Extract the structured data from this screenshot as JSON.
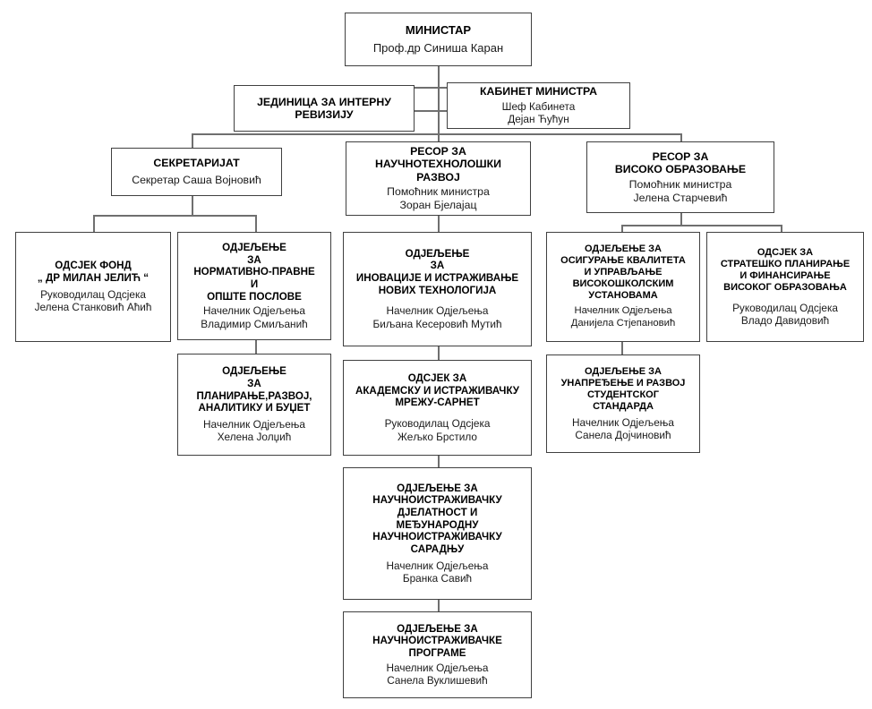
{
  "chart": {
    "kind": "organizational-chart",
    "language": "sr-Cyrl",
    "line_color": "#6f6f6f",
    "border_color": "#404040",
    "background": "#ffffff",
    "nodes": {
      "minister": {
        "title": "МИНИСТАР",
        "sub": "Проф.др Синиша Каран"
      },
      "internal_audit": {
        "title": "ЈЕДИНИЦА ЗА ИНТЕРНУ\nРЕВИЗИЈУ",
        "sub": ""
      },
      "minister_cabinet": {
        "title": "КАБИНЕТ МИНИСТРА",
        "sub": "Шеф Кабинета\nДејан Ћућун"
      },
      "secretariat": {
        "title": "СЕКРЕТАРИЈАТ",
        "sub": "Секретар Саша Војновић"
      },
      "sector_scitech": {
        "title": "РЕСОР ЗА\nНАУЧНОТЕХНОЛОШКИ\nРАЗВОЈ",
        "sub": "Помоћник министра\nЗоран Бјелајац"
      },
      "sector_highered": {
        "title": "РЕСОР ЗА\nВИСОКО ОБРАЗОВАЊЕ",
        "sub": "Помоћник министра\nЈелена Старчевић"
      },
      "fund_milan_jelic": {
        "title": "ОДСЈЕК ФОНД\n„ ДР МИЛАН ЈЕЛИЋ “",
        "sub": "Руководилац Одсјека\nЈелена Станковић Аћић"
      },
      "dept_normative_legal": {
        "title": "ОДЈЕЉЕЊЕ\nЗА\nНОРМАТИВНО-ПРАВНЕ\nИ\nОПШТЕ ПОСЛОВЕ",
        "sub": "Начелник Одјељења\nВладимир Смиљанић"
      },
      "dept_innovation": {
        "title": "ОДЈЕЉЕЊЕ\nЗА\nИНОВАЦИЈЕ И ИСТРАЖИВАЊЕ\nНОВИХ ТЕХНОЛОГИЈА",
        "sub": "Начелник Одјељења\nБиљана Кесеровић Мутић"
      },
      "dept_quality_assurance": {
        "title": "ОДЈЕЉЕЊЕ ЗА\nОСИГУРАЊЕ КВАЛИТЕТА\nИ УПРАВЉАЊЕ\nВИСОКОШКОЛСКИМ\nУСТАНОВАМА",
        "sub": "Начелник Одјељења\nДанијела Стјепановић"
      },
      "dept_strategic_planning": {
        "title": "ОДСЈЕК  ЗА\nСТРАТЕШКО ПЛАНИРАЊЕ\nИ ФИНАНСИРАЊЕ\nВИСОКОГ ОБРАЗОВАЊА",
        "sub": "Руководилац Одсјека\nВладо Давидовић"
      },
      "dept_planning_budget": {
        "title": "ОДЈЕЉЕЊЕ\nЗА\nПЛАНИРАЊЕ,РАЗВОЈ,\nАНАЛИТИКУ И БУЏЕТ",
        "sub": "Начелник Одјељења\nХелена Јолџић"
      },
      "dept_sarnet": {
        "title": "ОДСЈЕК ЗА\nАКАДЕМСКУ И ИСТРАЖИВАЧКУ\nМРЕЖУ-САРНЕТ",
        "sub": "Руководилац Одсјека\nЖељко Брстило"
      },
      "dept_student_standard": {
        "title": "ОДЈЕЉЕЊЕ  ЗА\nУНАПРЕЂЕЊЕ И РАЗВОЈ\nСТУДЕНТСКОГ\nСТАНДАРДА",
        "sub": "Начелник Одјељења\nСанела Дојчиновић"
      },
      "dept_research_intl": {
        "title": "ОДЈЕЉЕЊЕ ЗА\nНАУЧНОИСТРАЖИВАЧКУ\nДЈЕЛАТНОСТ И\nМЕЂУНАРОДНУ\nНАУЧНОИСТРАЖИВАЧКУ\nСАРАДЊУ",
        "sub": "Начелник Одјељења\nБранка Савић"
      },
      "dept_research_programs": {
        "title": "ОДЈЕЉЕЊЕ ЗА\nНАУЧНОИСТРАЖИВАЧКЕ\nПРОГРАМЕ",
        "sub": "Начелник   Одјељења\nСанела Вуклишевић"
      }
    }
  }
}
